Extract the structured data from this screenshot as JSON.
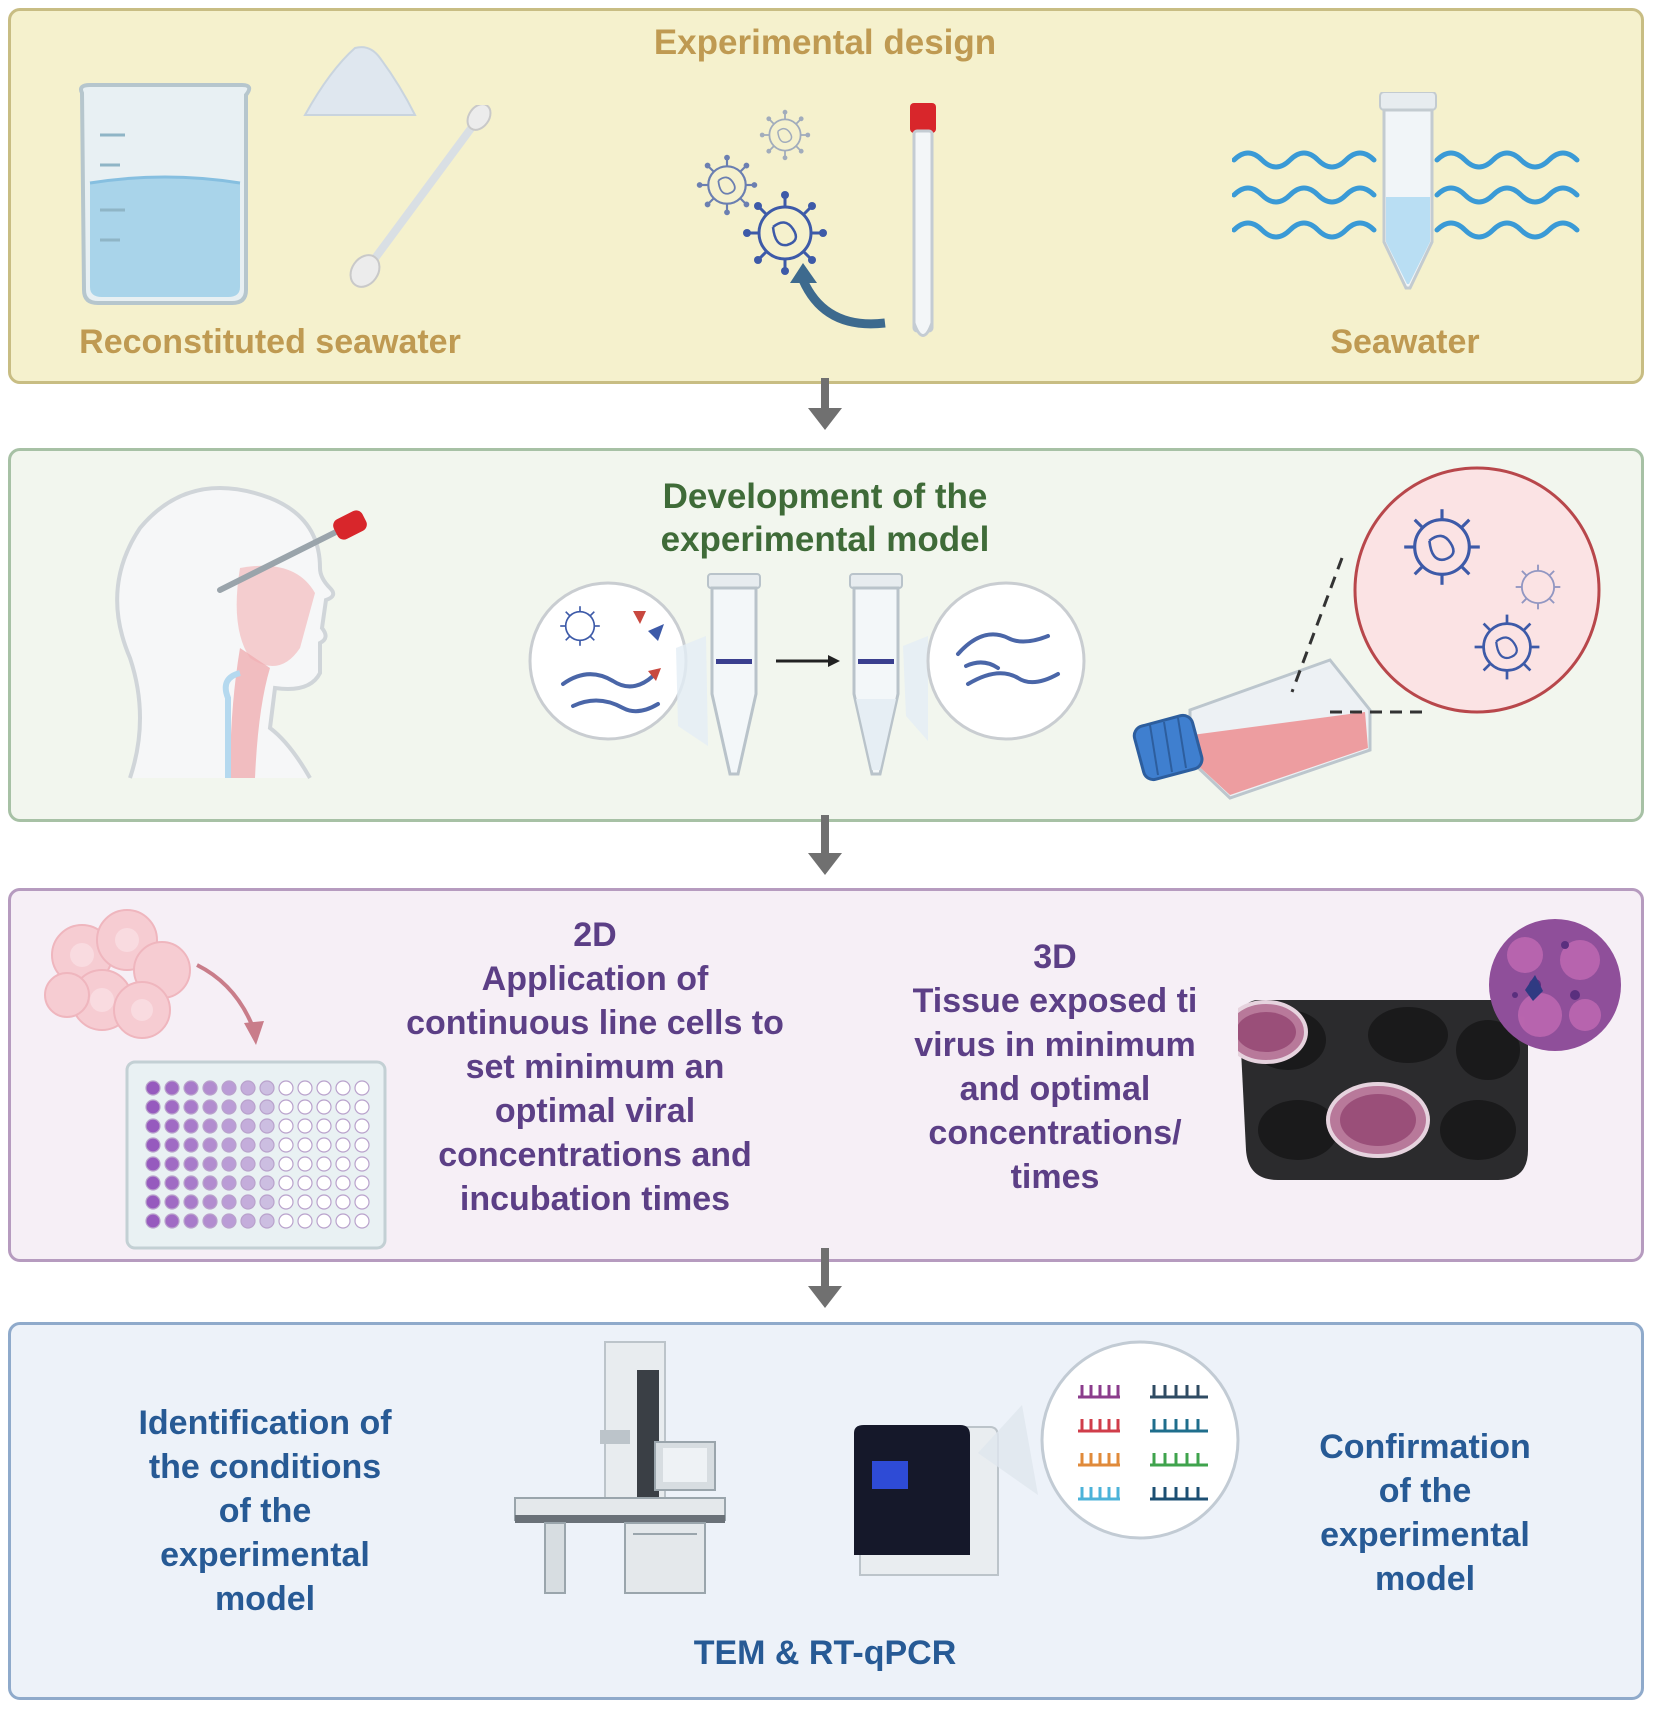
{
  "panels": {
    "design": {
      "title": "Experimental design",
      "left_label": "Reconstituted seawater",
      "right_label": "Seawater",
      "colors": {
        "fill": "#f5f1cd",
        "border": "#c8bd83",
        "text": "#bf9a52"
      }
    },
    "model": {
      "title_line1": "Development of the",
      "title_line2": "experimental model",
      "colors": {
        "fill": "#f2f6ee",
        "border": "#a7c1a5",
        "text": "#3f6b38"
      }
    },
    "application": {
      "label_2d": [
        "2D",
        "Application of",
        "continuous line cells to",
        "set minimum an",
        "optimal viral",
        "concentrations and",
        "incubation times"
      ],
      "label_3d": [
        "3D",
        "Tissue exposed ti",
        "virus in minimum",
        "and optimal",
        "concentrations/",
        "times"
      ],
      "colors": {
        "fill": "#f6eff6",
        "border": "#b69bbf",
        "text": "#5c3f86"
      }
    },
    "confirmation": {
      "left_label": [
        "Identification of",
        "the conditions",
        "of the",
        "experimental",
        "model"
      ],
      "right_label": [
        "Confirmation",
        "of the",
        "experimental",
        "model"
      ],
      "bottom_label": "TEM & RT-qPCR",
      "colors": {
        "fill": "#edf2f9",
        "border": "#8faacb",
        "text": "#275a95"
      }
    }
  },
  "icons": {
    "design": [
      "beaker-icon",
      "powder-pile-icon",
      "swab-icon",
      "virus-icon",
      "sample-tube-icon",
      "waves-icon",
      "conical-tube-icon"
    ],
    "model": [
      "head-profile-icon",
      "nasal-swab-icon",
      "rna-extraction-icon",
      "microtube-icon",
      "cell-culture-flask-icon",
      "virus-zoom-icon"
    ],
    "application": [
      "cell-cluster-icon",
      "well-plate-icon",
      "tissue-culture-plate-icon",
      "tissue-zoom-icon"
    ],
    "confirmation": [
      "electron-microscope-icon",
      "pcr-machine-icon",
      "pcr-curves-icon"
    ]
  }
}
